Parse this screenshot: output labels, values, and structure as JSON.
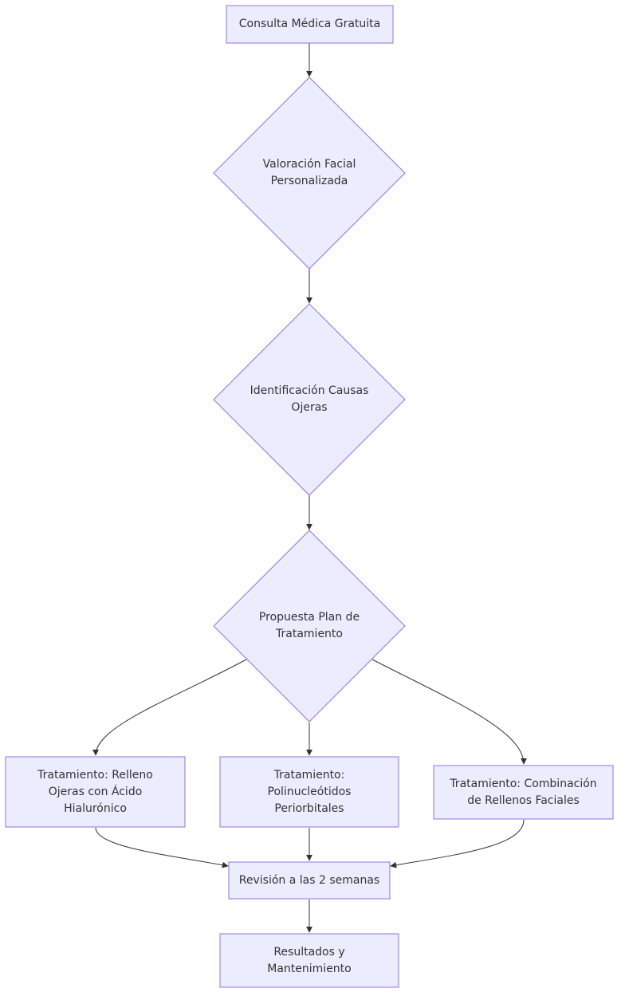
{
  "colors": {
    "node_fill": "#ECECFF",
    "node_stroke": "#9370DB",
    "edge": "#333333",
    "text": "#333333",
    "background": "#FFFFFF"
  },
  "nodes": {
    "consulta": {
      "label": "Consulta Médica Gratuita"
    },
    "valoracion": {
      "label": "Valoración Facial Personalizada"
    },
    "identificacion": {
      "label": "Identificación Causas Ojeras"
    },
    "propuesta": {
      "label": "Propuesta Plan de Tratamiento"
    },
    "relleno": {
      "label": "Tratamiento: Relleno Ojeras con Ácido Hialurónico"
    },
    "polinucleotidos": {
      "label": "Tratamiento: Polinucleótidos Periorbitales"
    },
    "combinacion": {
      "label": "Tratamiento: Combinación de Rellenos Faciales"
    },
    "revision": {
      "label": "Revisión a las 2 semanas"
    },
    "resultados": {
      "label": "Resultados y Mantenimiento"
    }
  },
  "edges": [
    {
      "from": "consulta",
      "to": "valoracion"
    },
    {
      "from": "valoracion",
      "to": "identificacion"
    },
    {
      "from": "identificacion",
      "to": "propuesta"
    },
    {
      "from": "propuesta",
      "to": "relleno"
    },
    {
      "from": "propuesta",
      "to": "polinucleotidos"
    },
    {
      "from": "propuesta",
      "to": "combinacion"
    },
    {
      "from": "relleno",
      "to": "revision"
    },
    {
      "from": "polinucleotidos",
      "to": "revision"
    },
    {
      "from": "combinacion",
      "to": "revision"
    },
    {
      "from": "revision",
      "to": "resultados"
    }
  ]
}
